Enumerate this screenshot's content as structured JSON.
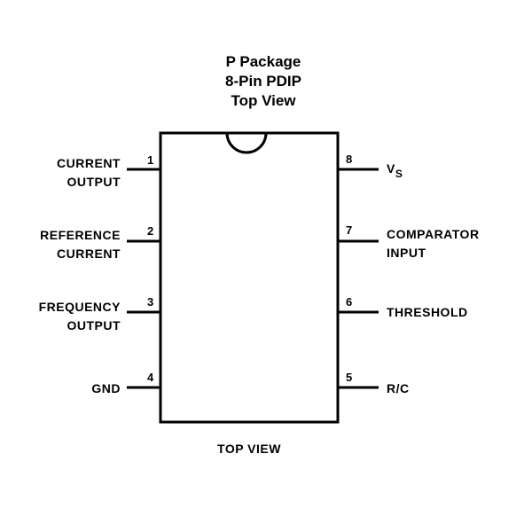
{
  "title": {
    "line1": "P Package",
    "line2": "8-Pin PDIP",
    "line3": "Top View"
  },
  "footer": "TOP VIEW",
  "pins_left": [
    {
      "number": "1",
      "label_lines": [
        "CURRENT",
        "OUTPUT"
      ]
    },
    {
      "number": "2",
      "label_lines": [
        "REFERENCE",
        "CURRENT"
      ]
    },
    {
      "number": "3",
      "label_lines": [
        "FREQUENCY",
        "OUTPUT"
      ]
    },
    {
      "number": "4",
      "label_lines": [
        "GND"
      ]
    }
  ],
  "pins_right": [
    {
      "number": "8",
      "label_main": "V",
      "label_sub": "S"
    },
    {
      "number": "7",
      "label_lines": [
        "COMPARATOR",
        "INPUT"
      ]
    },
    {
      "number": "6",
      "label_lines": [
        "THRESHOLD"
      ]
    },
    {
      "number": "5",
      "label_lines": [
        "R/C"
      ]
    }
  ]
}
